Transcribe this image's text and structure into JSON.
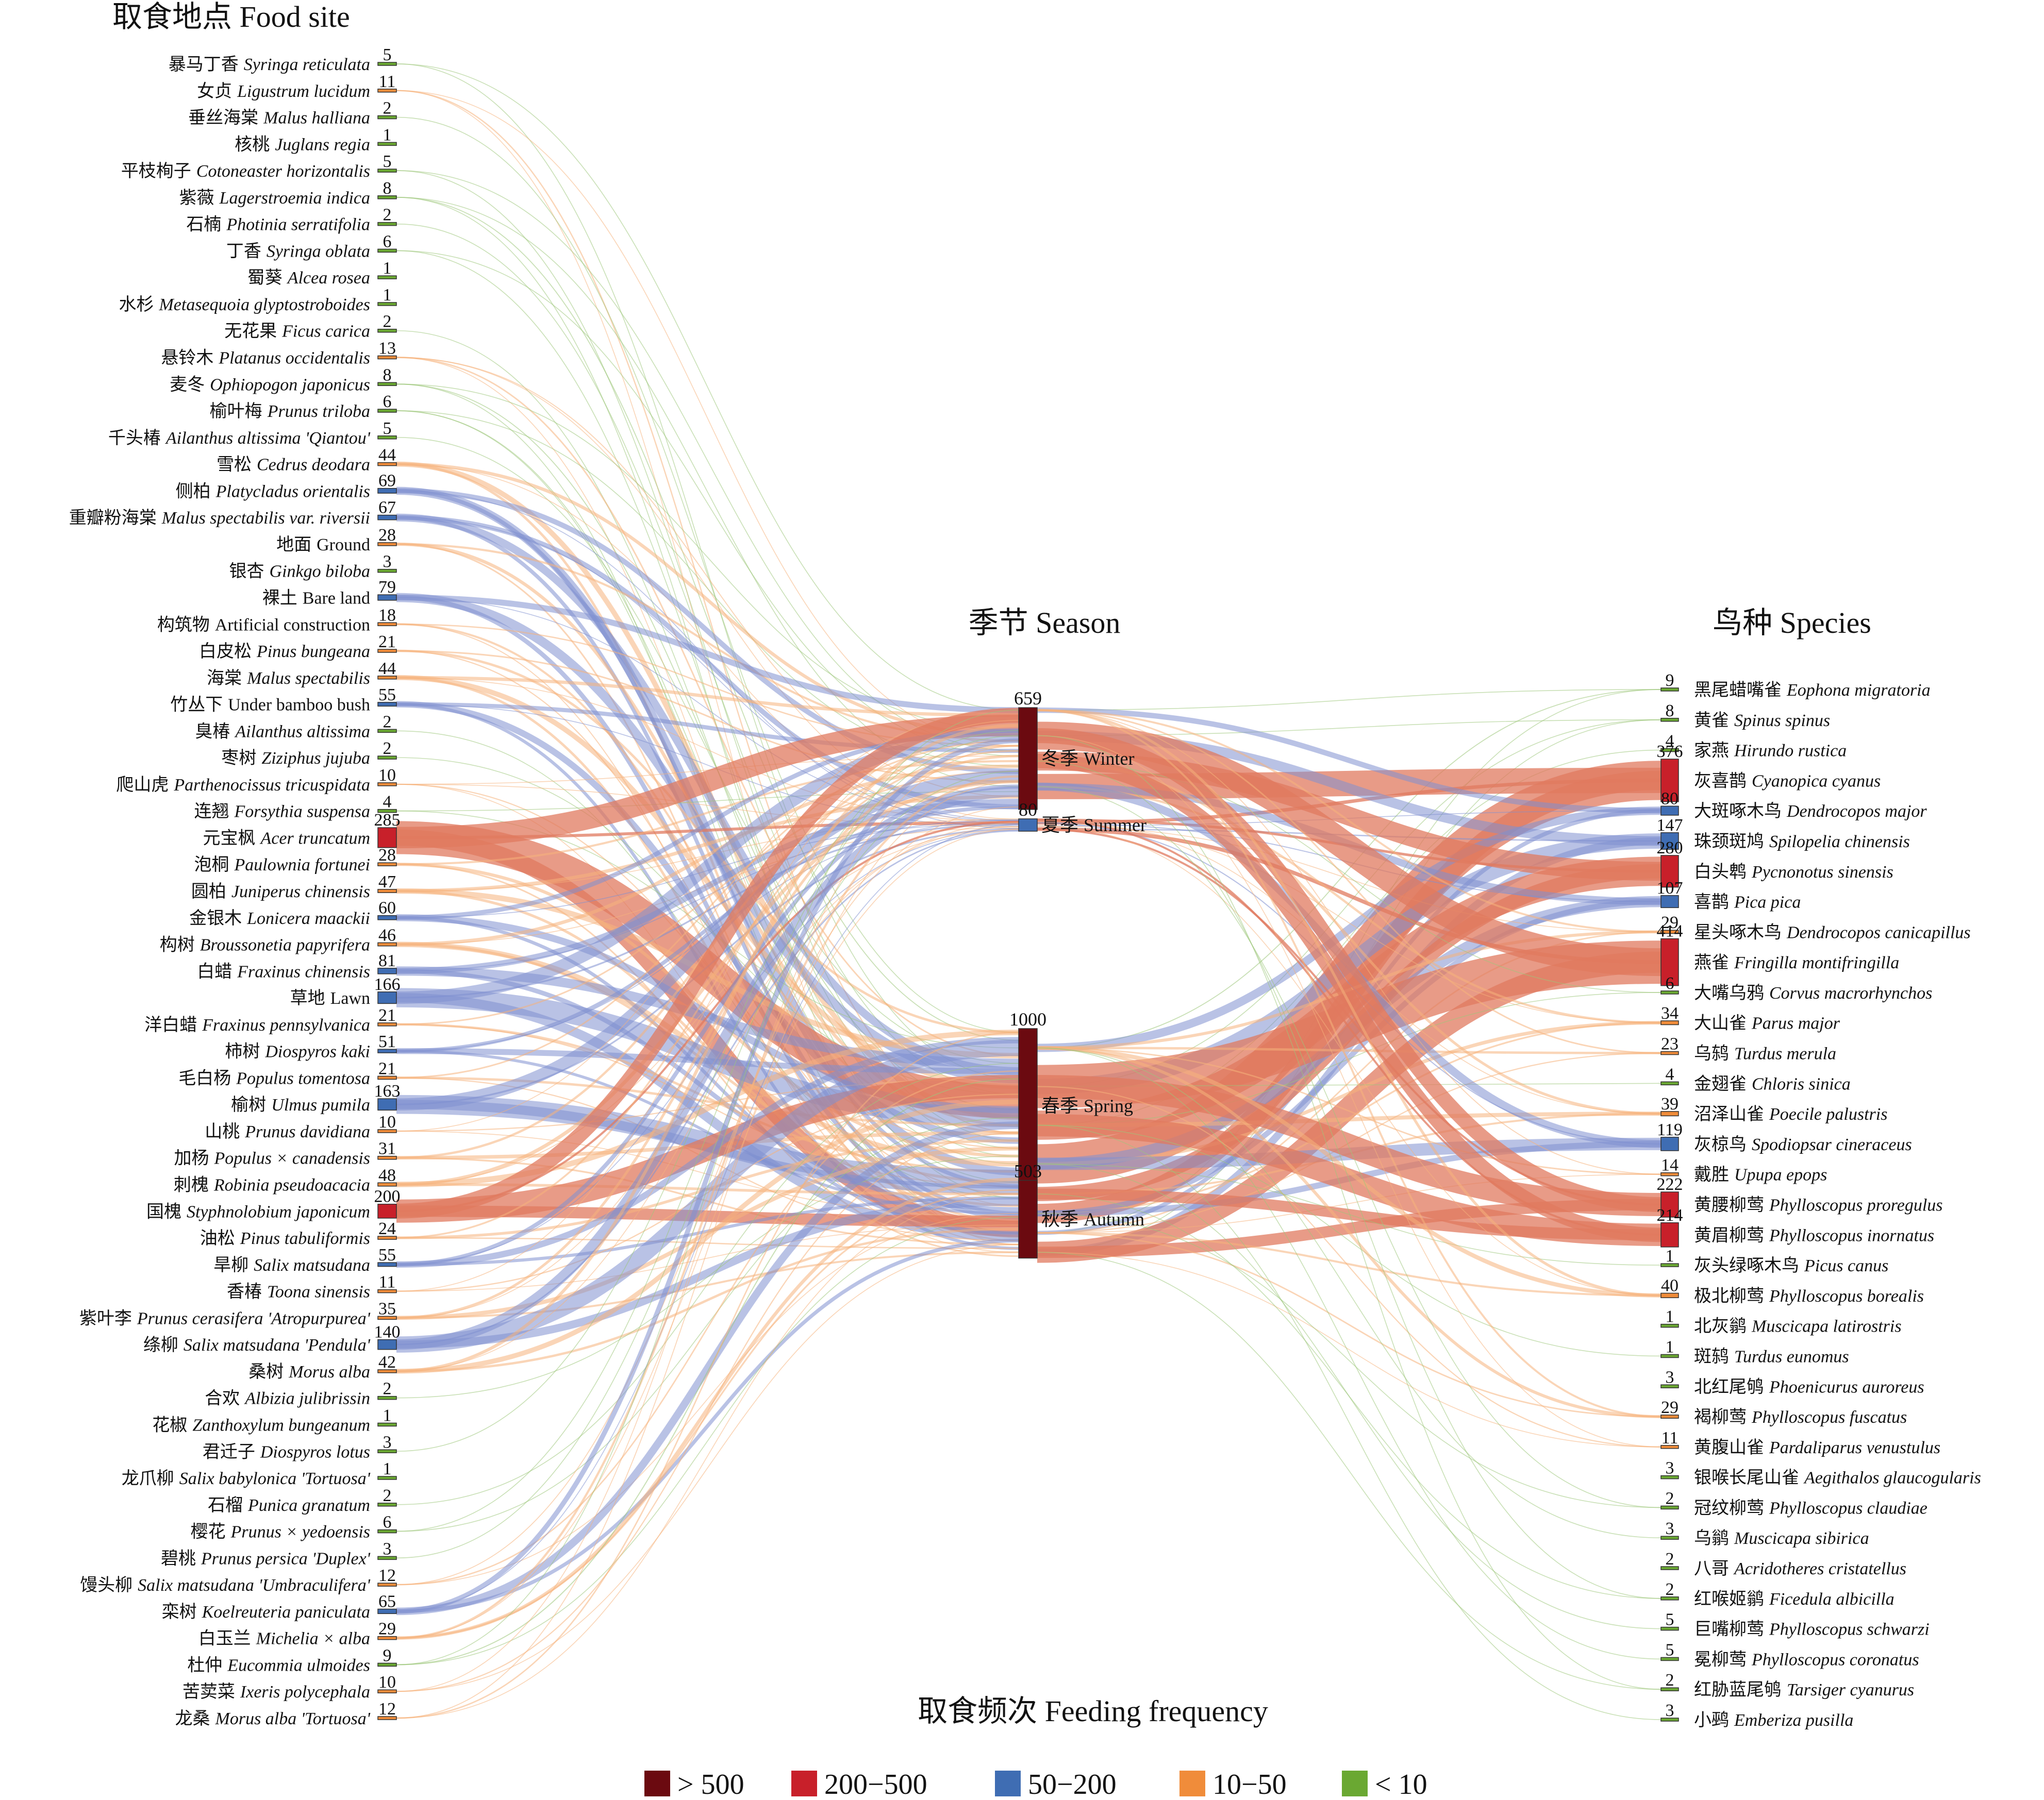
{
  "headers": {
    "food_site": "取食地点 Food site",
    "season": "季节 Season",
    "species": "鸟种 Species",
    "feeding": "取食频次 Feeding frequency"
  },
  "colors": {
    "gt500": "#6b0a10",
    "r200_500": "#c8202a",
    "r50_200": "#3f6db3",
    "r10_50": "#f08c3a",
    "lt10": "#6aa832",
    "link_red": "#e07a5f",
    "link_blue": "#7f8fcf",
    "link_orange": "#f5b37c",
    "link_green": "#9cc77a"
  },
  "legend": [
    {
      "label": "> 500",
      "color": "#6b0a10"
    },
    {
      "label": "200−500",
      "color": "#c8202a"
    },
    {
      "label": "50−200",
      "color": "#3f6db3"
    },
    {
      "label": "10−50",
      "color": "#f08c3a"
    },
    {
      "label": "< 10",
      "color": "#6aa832"
    }
  ],
  "seasons": [
    {
      "cn": "冬季",
      "en": "Winter",
      "value": 659
    },
    {
      "cn": "夏季",
      "en": "Summer",
      "value": 80
    },
    {
      "cn": "春季",
      "en": "Spring",
      "value": 1000
    },
    {
      "cn": "秋季",
      "en": "Autumn",
      "value": 503
    }
  ],
  "sites": [
    {
      "cn": "暴马丁香",
      "sci": "Syringa reticulata",
      "italic": true,
      "value": 5
    },
    {
      "cn": "女贞",
      "sci": "Ligustrum lucidum",
      "italic": true,
      "value": 11
    },
    {
      "cn": "垂丝海棠",
      "sci": "Malus halliana",
      "italic": true,
      "value": 2
    },
    {
      "cn": "核桃",
      "sci": "Juglans regia",
      "italic": true,
      "value": 1
    },
    {
      "cn": "平枝栒子",
      "sci": "Cotoneaster horizontalis",
      "italic": true,
      "value": 5
    },
    {
      "cn": "紫薇",
      "sci": "Lagerstroemia indica",
      "italic": true,
      "value": 8
    },
    {
      "cn": "石楠",
      "sci": "Photinia serratifolia",
      "italic": true,
      "value": 2
    },
    {
      "cn": "丁香",
      "sci": "Syringa oblata",
      "italic": true,
      "value": 6
    },
    {
      "cn": "蜀葵",
      "sci": "Alcea rosea",
      "italic": true,
      "value": 1
    },
    {
      "cn": "水杉",
      "sci": "Metasequoia glyptostroboides",
      "italic": true,
      "value": 1
    },
    {
      "cn": "无花果",
      "sci": "Ficus carica",
      "italic": true,
      "value": 2
    },
    {
      "cn": "悬铃木",
      "sci": "Platanus occidentalis",
      "italic": true,
      "value": 13
    },
    {
      "cn": "麦冬",
      "sci": "Ophiopogon japonicus",
      "italic": true,
      "value": 8
    },
    {
      "cn": "榆叶梅",
      "sci": "Prunus triloba",
      "italic": true,
      "value": 6
    },
    {
      "cn": "千头椿",
      "sci": "Ailanthus altissima 'Qiantou'",
      "italic": true,
      "value": 5
    },
    {
      "cn": "雪松",
      "sci": "Cedrus deodara",
      "italic": true,
      "value": 44
    },
    {
      "cn": "侧柏",
      "sci": "Platycladus orientalis",
      "italic": true,
      "value": 69
    },
    {
      "cn": "重瓣粉海棠",
      "sci": "Malus spectabilis var. riversii",
      "italic": true,
      "value": 67
    },
    {
      "cn": "地面",
      "sci": "Ground",
      "italic": false,
      "value": 28
    },
    {
      "cn": "银杏",
      "sci": "Ginkgo biloba",
      "italic": true,
      "value": 3
    },
    {
      "cn": "裸土",
      "sci": "Bare land",
      "italic": false,
      "value": 79
    },
    {
      "cn": "构筑物",
      "sci": "Artificial construction",
      "italic": false,
      "value": 18
    },
    {
      "cn": "白皮松",
      "sci": "Pinus bungeana",
      "italic": true,
      "value": 21
    },
    {
      "cn": "海棠",
      "sci": "Malus spectabilis",
      "italic": true,
      "value": 44
    },
    {
      "cn": "竹丛下",
      "sci": "Under bamboo bush",
      "italic": false,
      "value": 55
    },
    {
      "cn": "臭椿",
      "sci": "Ailanthus altissima",
      "italic": true,
      "value": 2
    },
    {
      "cn": "枣树",
      "sci": "Ziziphus jujuba",
      "italic": true,
      "value": 2
    },
    {
      "cn": "爬山虎",
      "sci": "Parthenocissus tricuspidata",
      "italic": true,
      "value": 10
    },
    {
      "cn": "连翘",
      "sci": "Forsythia suspensa",
      "italic": true,
      "value": 4
    },
    {
      "cn": "元宝枫",
      "sci": "Acer truncatum",
      "italic": true,
      "value": 285
    },
    {
      "cn": "泡桐",
      "sci": "Paulownia fortunei",
      "italic": true,
      "value": 28
    },
    {
      "cn": "圆柏",
      "sci": "Juniperus chinensis",
      "italic": true,
      "value": 47
    },
    {
      "cn": "金银木",
      "sci": "Lonicera maackii",
      "italic": true,
      "value": 60
    },
    {
      "cn": "构树",
      "sci": "Broussonetia papyrifera",
      "italic": true,
      "value": 46
    },
    {
      "cn": "白蜡",
      "sci": "Fraxinus chinensis",
      "italic": true,
      "value": 81
    },
    {
      "cn": "草地",
      "sci": "Lawn",
      "italic": false,
      "value": 166
    },
    {
      "cn": "洋白蜡",
      "sci": "Fraxinus pennsylvanica",
      "italic": true,
      "value": 21
    },
    {
      "cn": "柿树",
      "sci": "Diospyros kaki",
      "italic": true,
      "value": 51
    },
    {
      "cn": "毛白杨",
      "sci": "Populus tomentosa",
      "italic": true,
      "value": 21
    },
    {
      "cn": "榆树",
      "sci": "Ulmus pumila",
      "italic": true,
      "value": 163
    },
    {
      "cn": "山桃",
      "sci": "Prunus davidiana",
      "italic": true,
      "value": 10
    },
    {
      "cn": "加杨",
      "sci": "Populus × canadensis",
      "italic": true,
      "value": 31
    },
    {
      "cn": "刺槐",
      "sci": "Robinia pseudoacacia",
      "italic": true,
      "value": 48
    },
    {
      "cn": "国槐",
      "sci": "Styphnolobium japonicum",
      "italic": true,
      "value": 200
    },
    {
      "cn": "油松",
      "sci": "Pinus tabuliformis",
      "italic": true,
      "value": 24
    },
    {
      "cn": "旱柳",
      "sci": "Salix matsudana",
      "italic": true,
      "value": 55
    },
    {
      "cn": "香椿",
      "sci": "Toona sinensis",
      "italic": true,
      "value": 11
    },
    {
      "cn": "紫叶李",
      "sci": "Prunus cerasifera 'Atropurpurea'",
      "italic": true,
      "value": 35
    },
    {
      "cn": "绦柳",
      "sci": "Salix matsudana 'Pendula'",
      "italic": true,
      "value": 140
    },
    {
      "cn": "桑树",
      "sci": "Morus alba",
      "italic": true,
      "value": 42
    },
    {
      "cn": "合欢",
      "sci": "Albizia julibrissin",
      "italic": true,
      "value": 2
    },
    {
      "cn": "花椒",
      "sci": "Zanthoxylum bungeanum",
      "italic": true,
      "value": 1
    },
    {
      "cn": "君迁子",
      "sci": "Diospyros lotus",
      "italic": true,
      "value": 3
    },
    {
      "cn": "龙爪柳",
      "sci": "Salix babylonica 'Tortuosa'",
      "italic": true,
      "value": 1
    },
    {
      "cn": "石榴",
      "sci": "Punica granatum",
      "italic": true,
      "value": 2
    },
    {
      "cn": "樱花",
      "sci": "Prunus × yedoensis",
      "italic": true,
      "value": 6
    },
    {
      "cn": "碧桃",
      "sci": "Prunus persica 'Duplex'",
      "italic": true,
      "value": 3
    },
    {
      "cn": "馒头柳",
      "sci": "Salix matsudana 'Umbraculifera'",
      "italic": true,
      "value": 12
    },
    {
      "cn": "栾树",
      "sci": "Koelreuteria paniculata",
      "italic": true,
      "value": 65
    },
    {
      "cn": "白玉兰",
      "sci": "Michelia × alba",
      "italic": true,
      "value": 29
    },
    {
      "cn": "杜仲",
      "sci": "Eucommia ulmoides",
      "italic": true,
      "value": 9
    },
    {
      "cn": "苦荬菜",
      "sci": "Ixeris polycephala",
      "italic": true,
      "value": 10
    },
    {
      "cn": "龙桑",
      "sci": "Morus alba 'Tortuosa'",
      "italic": true,
      "value": 12
    }
  ],
  "species": [
    {
      "cn": "黑尾蜡嘴雀",
      "sci": "Eophona migratoria",
      "value": 9
    },
    {
      "cn": "黄雀",
      "sci": "Spinus spinus",
      "value": 8
    },
    {
      "cn": "家燕",
      "sci": "Hirundo rustica",
      "value": 4
    },
    {
      "cn": "灰喜鹊",
      "sci": "Cyanopica cyanus",
      "value": 376
    },
    {
      "cn": "大斑啄木鸟",
      "sci": "Dendrocopos major",
      "value": 80
    },
    {
      "cn": "珠颈斑鸠",
      "sci": "Spilopelia chinensis",
      "value": 147
    },
    {
      "cn": "白头鹎",
      "sci": "Pycnonotus sinensis",
      "value": 280
    },
    {
      "cn": "喜鹊",
      "sci": "Pica pica",
      "value": 107
    },
    {
      "cn": "星头啄木鸟",
      "sci": "Dendrocopos canicapillus",
      "value": 29
    },
    {
      "cn": "燕雀",
      "sci": "Fringilla montifringilla",
      "value": 414
    },
    {
      "cn": "大嘴乌鸦",
      "sci": "Corvus macrorhynchos",
      "value": 6
    },
    {
      "cn": "大山雀",
      "sci": "Parus major",
      "value": 34
    },
    {
      "cn": "乌鸫",
      "sci": "Turdus merula",
      "value": 23
    },
    {
      "cn": "金翅雀",
      "sci": "Chloris sinica",
      "value": 4
    },
    {
      "cn": "沼泽山雀",
      "sci": "Poecile palustris",
      "value": 39
    },
    {
      "cn": "灰椋鸟",
      "sci": "Spodiopsar cineraceus",
      "value": 119
    },
    {
      "cn": "戴胜",
      "sci": "Upupa epops",
      "value": 14
    },
    {
      "cn": "黄腰柳莺",
      "sci": "Phylloscopus proregulus",
      "value": 222
    },
    {
      "cn": "黄眉柳莺",
      "sci": "Phylloscopus inornatus",
      "value": 214
    },
    {
      "cn": "灰头绿啄木鸟",
      "sci": "Picus canus",
      "value": 1
    },
    {
      "cn": "极北柳莺",
      "sci": "Phylloscopus borealis",
      "value": 40
    },
    {
      "cn": "北灰鹟",
      "sci": "Muscicapa latirostris",
      "value": 1
    },
    {
      "cn": "斑鸫",
      "sci": "Turdus eunomus",
      "value": 1
    },
    {
      "cn": "北红尾鸲",
      "sci": "Phoenicurus auroreus",
      "value": 3
    },
    {
      "cn": "褐柳莺",
      "sci": "Phylloscopus fuscatus",
      "value": 29
    },
    {
      "cn": "黄腹山雀",
      "sci": "Pardaliparus venustulus",
      "value": 11
    },
    {
      "cn": "银喉长尾山雀",
      "sci": "Aegithalos glaucogularis",
      "value": 3
    },
    {
      "cn": "冠纹柳莺",
      "sci": "Phylloscopus claudiae",
      "value": 2
    },
    {
      "cn": "乌鹟",
      "sci": "Muscicapa sibirica",
      "value": 3
    },
    {
      "cn": "八哥",
      "sci": "Acridotheres cristatellus",
      "value": 2
    },
    {
      "cn": "红喉姬鹟",
      "sci": "Ficedula albicilla",
      "value": 2
    },
    {
      "cn": "巨嘴柳莺",
      "sci": "Phylloscopus schwarzi",
      "value": 5
    },
    {
      "cn": "冕柳莺",
      "sci": "Phylloscopus coronatus",
      "value": 5
    },
    {
      "cn": "红胁蓝尾鸲",
      "sci": "Tarsiger cyanurus",
      "value": 2
    },
    {
      "cn": "小鹀",
      "sci": "Emberiza pusilla",
      "value": 3
    }
  ]
}
